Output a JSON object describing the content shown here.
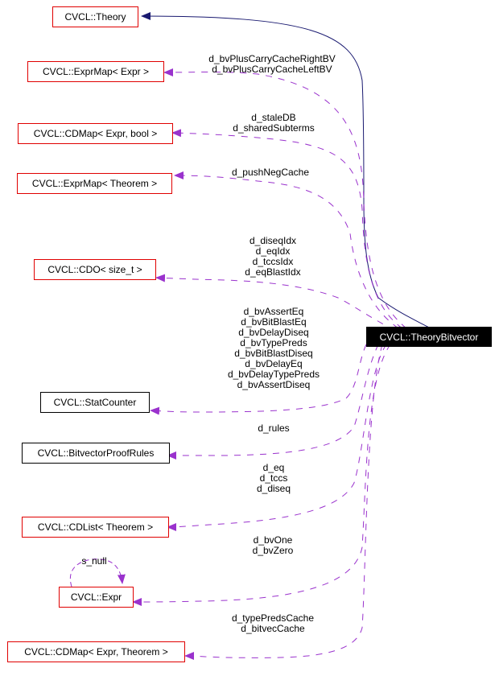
{
  "diagram": {
    "type": "collaboration-graph",
    "focus_node": "CVCL::TheoryBitvector",
    "colors": {
      "inheritance_edge": "#191970",
      "usage_edge": "#9a32cd",
      "documented_border": "#e00000",
      "undocumented_border": "#000000",
      "focus_fill": "#000000",
      "focus_text": "#ffffff"
    },
    "nodes": [
      {
        "id": "theory",
        "label": "CVCL::Theory",
        "style": "red"
      },
      {
        "id": "exprmap_expr",
        "label": "CVCL::ExprMap< Expr >",
        "style": "red"
      },
      {
        "id": "cdmap_expr_bool",
        "label": "CVCL::CDMap< Expr, bool >",
        "style": "red"
      },
      {
        "id": "exprmap_theorem",
        "label": "CVCL::ExprMap< Theorem >",
        "style": "red"
      },
      {
        "id": "cdo_size_t",
        "label": "CVCL::CDO< size_t >",
        "style": "red"
      },
      {
        "id": "statcounter",
        "label": "CVCL::StatCounter",
        "style": "black"
      },
      {
        "id": "bvproofrules",
        "label": "CVCL::BitvectorProofRules",
        "style": "black"
      },
      {
        "id": "cdlist_theorem",
        "label": "CVCL::CDList< Theorem >",
        "style": "red"
      },
      {
        "id": "expr",
        "label": "CVCL::Expr",
        "style": "red"
      },
      {
        "id": "cdmap_expr_theorem",
        "label": "CVCL::CDMap< Expr, Theorem >",
        "style": "red"
      },
      {
        "id": "theorybitvector",
        "label": "CVCL::TheoryBitvector",
        "style": "focus"
      }
    ],
    "edges": [
      {
        "from": "theorybitvector",
        "to": "theory",
        "kind": "inheritance",
        "labels": []
      },
      {
        "from": "theorybitvector",
        "to": "exprmap_expr",
        "kind": "usage",
        "labels": [
          "d_bvPlusCarryCacheRightBV",
          "d_bvPlusCarryCacheLeftBV"
        ]
      },
      {
        "from": "theorybitvector",
        "to": "cdmap_expr_bool",
        "kind": "usage",
        "labels": [
          "d_staleDB",
          "d_sharedSubterms"
        ]
      },
      {
        "from": "theorybitvector",
        "to": "exprmap_theorem",
        "kind": "usage",
        "labels": [
          "d_pushNegCache"
        ]
      },
      {
        "from": "theorybitvector",
        "to": "cdo_size_t",
        "kind": "usage",
        "labels": [
          "d_diseqIdx",
          "d_eqIdx",
          "d_tccsIdx",
          "d_eqBlastIdx"
        ]
      },
      {
        "from": "theorybitvector",
        "to": "statcounter",
        "kind": "usage",
        "labels": [
          "d_bvAssertEq",
          "d_bvBitBlastEq",
          "d_bvDelayDiseq",
          "d_bvTypePreds",
          "d_bvBitBlastDiseq",
          "d_bvDelayEq",
          "d_bvDelayTypePreds",
          "d_bvAssertDiseq"
        ]
      },
      {
        "from": "theorybitvector",
        "to": "bvproofrules",
        "kind": "usage",
        "labels": [
          "d_rules"
        ]
      },
      {
        "from": "theorybitvector",
        "to": "cdlist_theorem",
        "kind": "usage",
        "labels": [
          "d_eq",
          "d_tccs",
          "d_diseq"
        ]
      },
      {
        "from": "theorybitvector",
        "to": "expr",
        "kind": "usage",
        "labels": [
          "d_bvOne",
          "d_bvZero"
        ]
      },
      {
        "from": "expr",
        "to": "expr",
        "kind": "usage",
        "labels": [
          "s_null"
        ]
      },
      {
        "from": "theorybitvector",
        "to": "cdmap_expr_theorem",
        "kind": "usage",
        "labels": [
          "d_typePredsCache",
          "d_bitvecCache"
        ]
      }
    ]
  }
}
